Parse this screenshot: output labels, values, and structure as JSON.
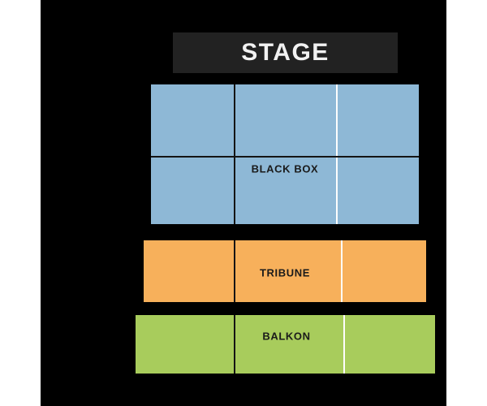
{
  "venue": {
    "name": "seating-chart",
    "background_color": "#000000",
    "page_background": "#ffffff",
    "sections": [
      {
        "id": "stage",
        "label": "STAGE",
        "color": "#222222",
        "text_color": "#f2f2f2",
        "blocks": 1,
        "dividers": []
      },
      {
        "id": "black-box",
        "label": "BLACK BOX",
        "color": "#8eb8d6",
        "text_color": "#1a1a1a",
        "blocks": 6,
        "dividers": [
          "dark-vertical",
          "light-vertical",
          "dark-horizontal"
        ]
      },
      {
        "id": "tribune",
        "label": "TRIBUNE",
        "color": "#f7b05b",
        "text_color": "#1a1a1a",
        "blocks": 3,
        "dividers": [
          "dark-vertical",
          "light-vertical"
        ]
      },
      {
        "id": "balkon",
        "label": "BALKON",
        "color": "#a8cc5c",
        "text_color": "#1a1a1a",
        "blocks": 3,
        "dividers": [
          "dark-vertical",
          "light-vertical"
        ]
      }
    ]
  }
}
